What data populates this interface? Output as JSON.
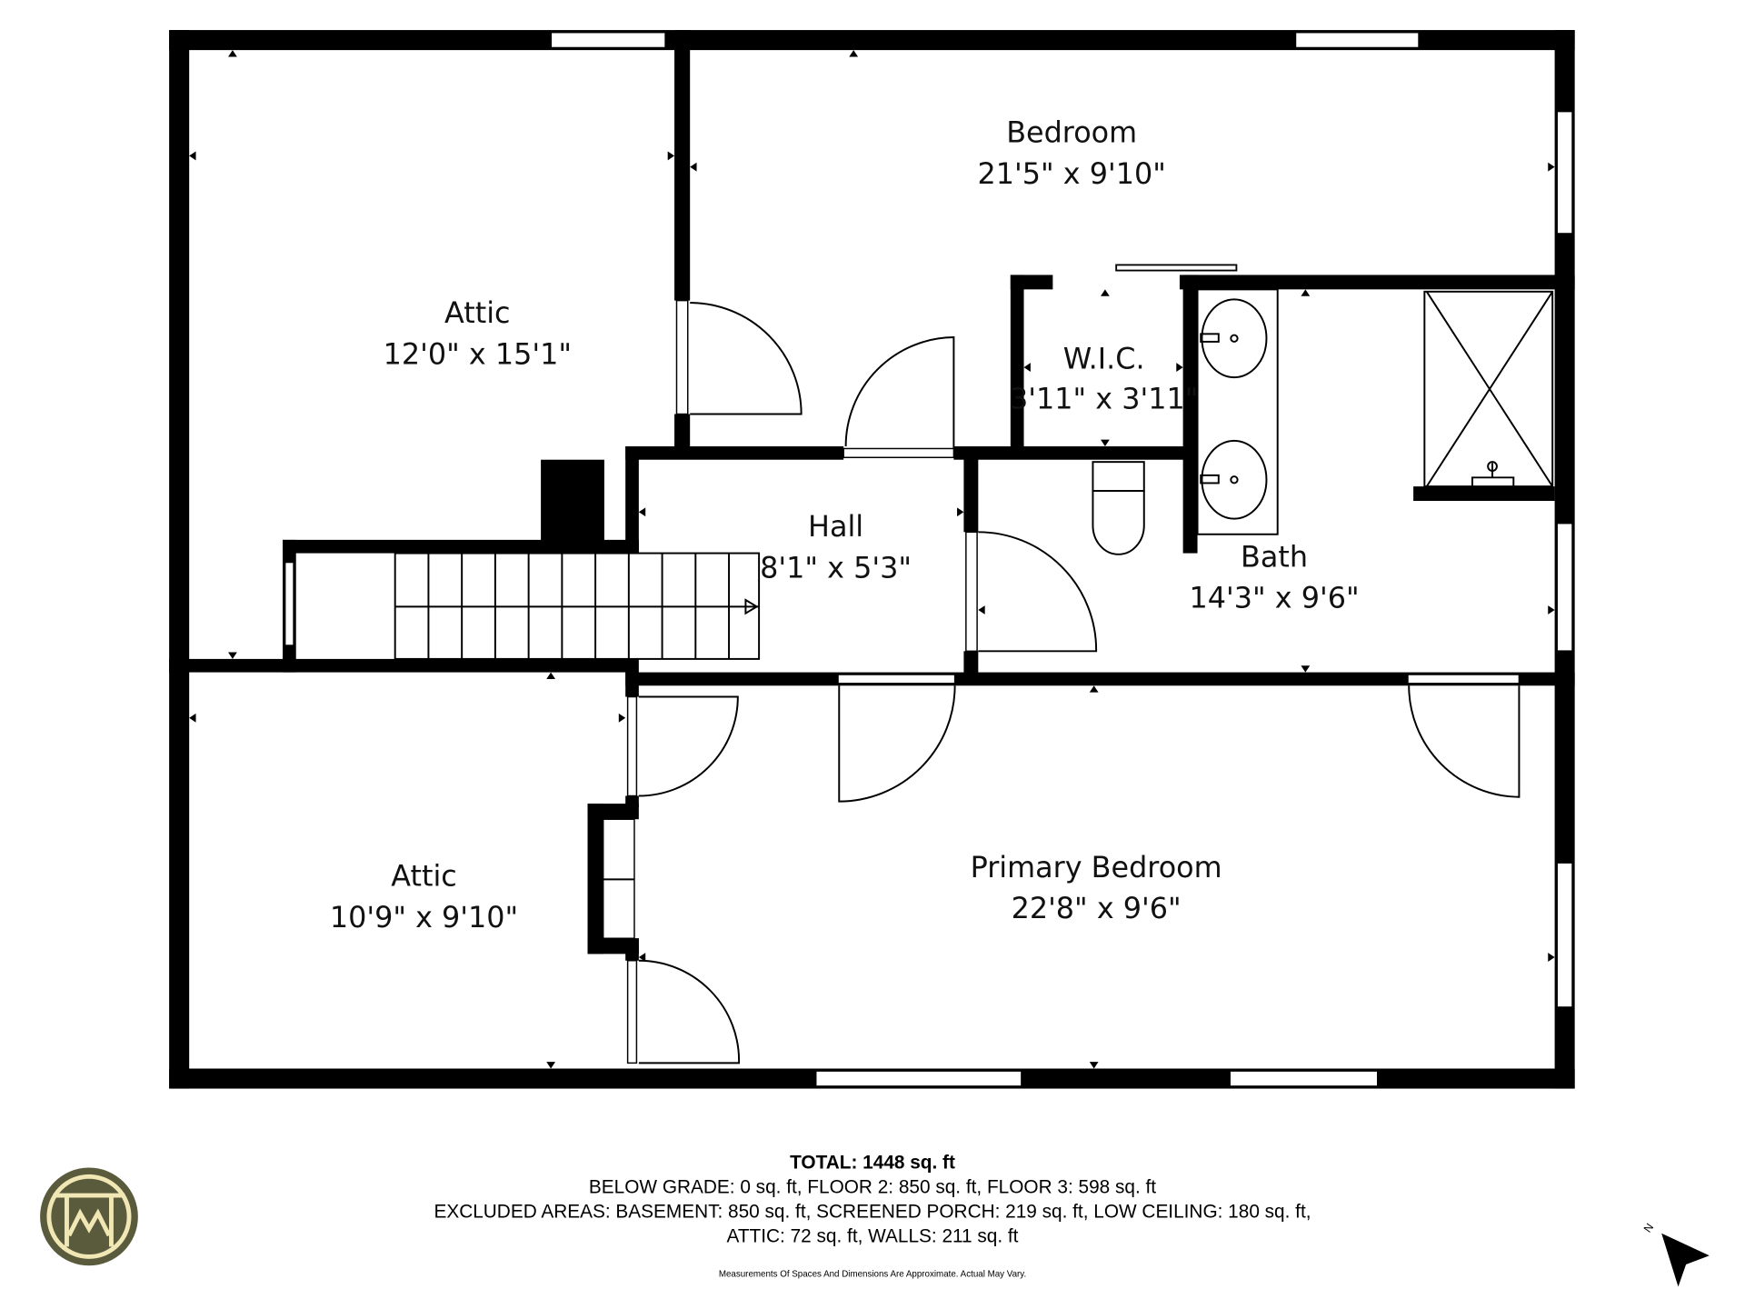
{
  "rooms": {
    "attic_large": {
      "name": "Attic",
      "dims": "12'0\" x 15'1\""
    },
    "bedroom": {
      "name": "Bedroom",
      "dims": "21'5\" x 9'10\""
    },
    "wic": {
      "name": "W.I.C.",
      "dims": "3'11\" x 3'11\""
    },
    "hall": {
      "name": "Hall",
      "dims": "8'1\" x 5'3\""
    },
    "bath": {
      "name": "Bath",
      "dims": "14'3\" x 9'6\""
    },
    "attic_small": {
      "name": "Attic",
      "dims": "10'9\" x 9'10\""
    },
    "primary_bedroom": {
      "name": "Primary Bedroom",
      "dims": "22'8\" x 9'6\""
    }
  },
  "summary": {
    "total": "TOTAL: 1448 sq. ft",
    "line1": "BELOW GRADE: 0 sq. ft, FLOOR 2: 850 sq. ft, FLOOR 3: 598 sq. ft",
    "line2": "EXCLUDED AREAS: BASEMENT: 850 sq. ft, SCREENED PORCH: 219 sq. ft, LOW CEILING: 180 sq. ft,",
    "line3": "ATTIC: 72 sq. ft, WALLS: 211 sq. ft",
    "disclaimer": "Measurements Of Spaces And Dimensions Are Approximate. Actual May Vary."
  },
  "compass": {
    "label": "N",
    "icon": "north-arrow-icon"
  },
  "logo": {
    "icon": "brand-logo-icon",
    "colors": {
      "ring": "#5a5a3c",
      "mark": "#f1e7b5"
    }
  }
}
